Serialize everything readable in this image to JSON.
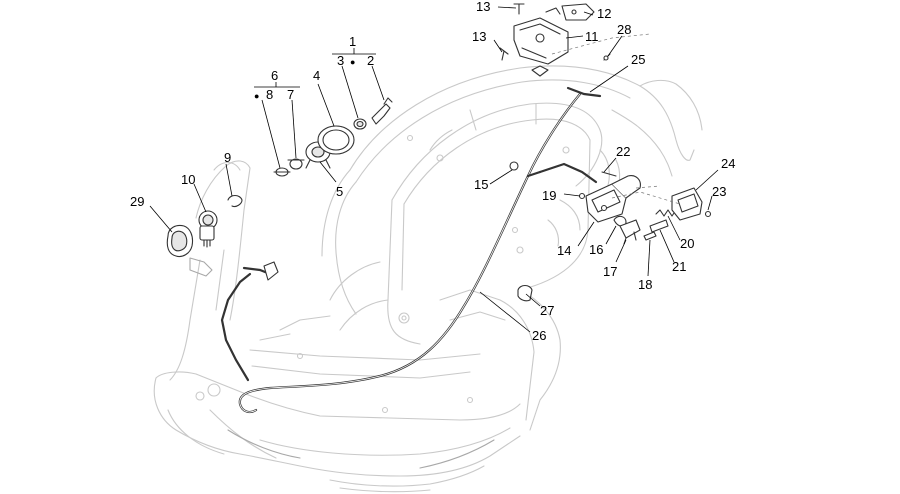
{
  "callouts": {
    "c1": "1",
    "c2": "2",
    "c3": "3",
    "c4": "4",
    "c5": "5",
    "c6": "6",
    "c7": "7",
    "c8": "8",
    "c9": "9",
    "c10": "10",
    "c11": "11",
    "c12": "12",
    "c13a": "13",
    "c13b": "13",
    "c14": "14",
    "c15": "15",
    "c16": "16",
    "c17": "17",
    "c18": "18",
    "c19": "19",
    "c20": "20",
    "c21": "21",
    "c22": "22",
    "c23": "23",
    "c24": "24",
    "c25": "25",
    "c26": "26",
    "c27": "27",
    "c28": "28",
    "c29": "29"
  },
  "markers": {
    "kit_bullet": "●"
  }
}
